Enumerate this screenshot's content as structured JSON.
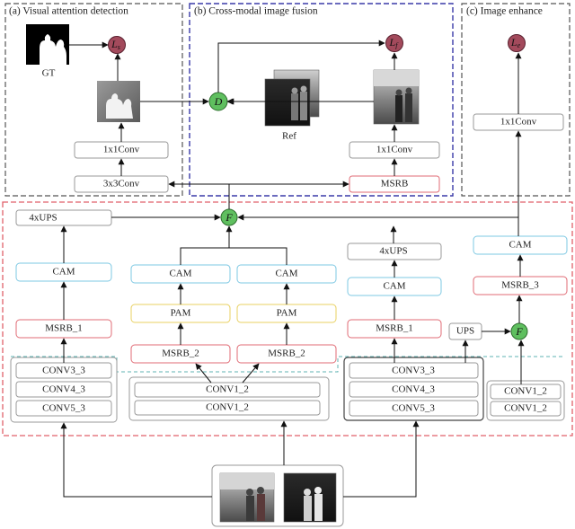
{
  "panels": {
    "a_title": "(a) Visual attention detection",
    "b_title": "(b) Cross-modal image fusion",
    "c_title": "(c) Image enhance"
  },
  "labels": {
    "gt": "GT",
    "ref": "Ref",
    "conv1x1": "1x1Conv",
    "conv3x3": "3x3Conv",
    "msrb": "MSRB",
    "ups4": "4xUPS",
    "ups": "UPS",
    "cam": "CAM",
    "pam": "PAM",
    "msrb_1": "MSRB_1",
    "msrb_2": "MSRB_2",
    "msrb_3": "MSRB_3",
    "conv3_3": "CONV3_3",
    "conv4_3": "CONV4_3",
    "conv5_3": "CONV5_3",
    "conv1_2": "CONV1_2"
  },
  "symbols": {
    "ls": "L",
    "ls_sub": "s",
    "lf": "L",
    "lf_sub": "f",
    "le": "L",
    "le_sub": "e",
    "d": "D",
    "f": "F"
  },
  "colors": {
    "panel_a": "#555555",
    "panel_b": "#3a3aa8",
    "panel_c": "#555555",
    "panel_main": "#e0606a",
    "teal_dash": "#5fb3b3",
    "cam_border": "#7ec8e3",
    "pam_border": "#e8d060",
    "msrb_border": "#e06b75",
    "gray_border": "#9a9a9a",
    "loss_fill": "#a34a5c",
    "node_fill": "#5fbf5f"
  }
}
